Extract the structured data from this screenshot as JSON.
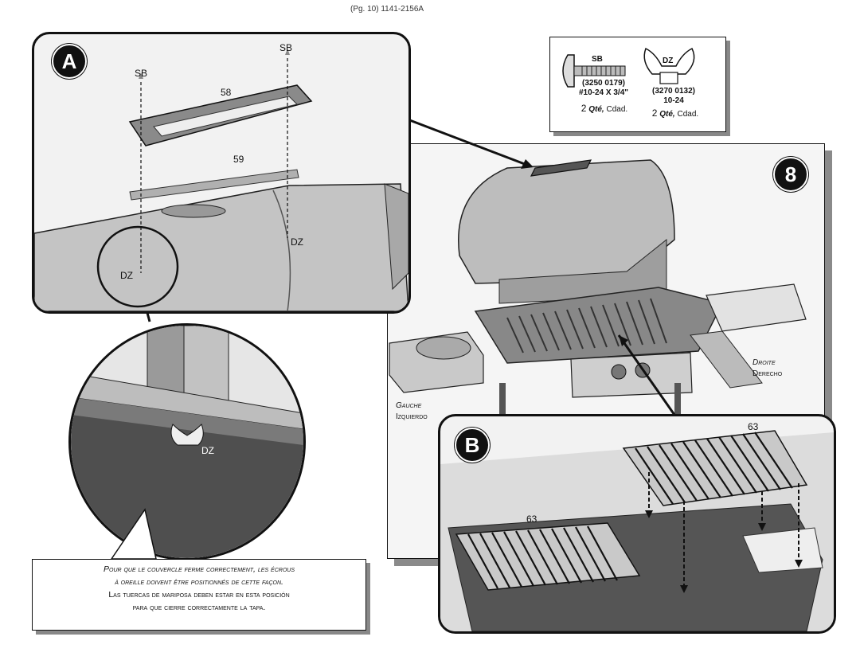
{
  "page_ref": "(Pg. 10) 1141-2156A",
  "step_number": "8",
  "parts": [
    {
      "code": "SB",
      "part_no": "(3250 0179)",
      "size": "#10-24 X 3/4\"",
      "qty_num": "2",
      "qty_fr": "Qté,",
      "qty_es": "Cdad."
    },
    {
      "code": "DZ",
      "part_no": "(3270 0132)",
      "size": "10-24",
      "qty_num": "2",
      "qty_fr": "Qté,",
      "qty_es": "Cdad."
    }
  ],
  "detail_a": {
    "badge": "A",
    "labels": {
      "sb_left": "SB",
      "sb_right": "SB",
      "part_58": "58",
      "part_59": "59",
      "dz_left": "DZ",
      "dz_right": "DZ"
    }
  },
  "zoom_label": "DZ",
  "detail_b": {
    "badge": "B",
    "grate_right": "63",
    "grate_left": "63"
  },
  "side_labels": {
    "left_fr": "Gauche",
    "left_es": "Izquierdo",
    "right_fr": "Droite",
    "right_es": "Derecho"
  },
  "note": {
    "fr_line1": "Pour que le couvercle ferme correctement, les écrous",
    "fr_line2": "à oreille doivent être positionnés de cette façon.",
    "es_line1": "Las tuercas de mariposa deben estar en esta posición",
    "es_line2": "para que cierre correctamente la tapa."
  }
}
